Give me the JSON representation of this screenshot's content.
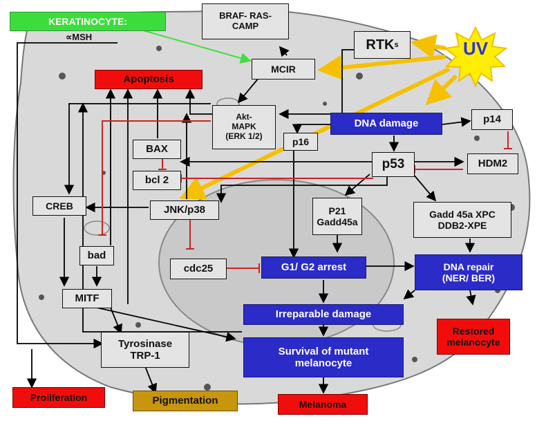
{
  "nodes": {
    "keratinocyte": "KERATINOCYTE:",
    "amsh": "∝MSH",
    "braf": "BRAF- RAS-\nCAMP",
    "rtks_main": "RTK",
    "rtks_sub": "s",
    "uv": "UV",
    "mcir": "MCIR",
    "apoptosis": "Apoptosis",
    "akt": "Akt-\nMAPK\n(ERK 1/2)",
    "dna_damage": "DNA damage",
    "p14": "p14",
    "p16": "p16",
    "bax": "BAX",
    "p53": "p53",
    "hdm2": "HDM2",
    "bcl2": "bcl 2",
    "creb": "CREB",
    "jnk": "JNK/p38",
    "p21": "P21\nGadd45a",
    "gadd45": "Gadd 45a XPC\nDDB2-XPE",
    "bad": "bad",
    "cdc25": "cdc25",
    "g1g2": "G1/ G2 arrest",
    "dna_repair": "DNA repair\n(NER/ BER)",
    "mitf": "MITF",
    "irreparable": "Irreparable damage",
    "restored": "Restored\nmelanocyte",
    "tyrosinase": "Tyrosinase\nTRP-1",
    "survival": "Survival of mutant\nmelanocyte",
    "proliferation": "Proliferation",
    "pigmentation": "Pigmentation",
    "melanoma": "Melanoma"
  },
  "colors": {
    "gray_box": "#e4e4e4",
    "blue_box": "#2b2bc8",
    "red_box": "#f20d0d",
    "green_box": "#3ddc3d",
    "gold_box": "#c8960c",
    "uv_sun": "#ffee00",
    "uv_arrow": "#f5c000",
    "inhibit": "#cc2222"
  }
}
